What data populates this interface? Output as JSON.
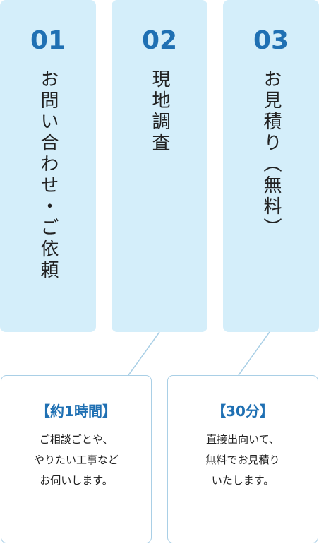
{
  "colors": {
    "card_background": "#d4eefa",
    "accent_blue": "#1f70b3",
    "box_border": "#a9cfe6",
    "text": "#222222"
  },
  "steps": [
    {
      "number": "01",
      "title": "お問い合わせ・ご依頼"
    },
    {
      "number": "02",
      "title": "現地調査"
    },
    {
      "number": "03",
      "title": "お見積り（無料）"
    }
  ],
  "details": [
    {
      "heading": "【約1時間】",
      "body": "ご相談ごとや、\nやりたい工事など\nお伺いします。"
    },
    {
      "heading": "【30分】",
      "body": "直接出向いて、\n無料でお見積り\nいたします。"
    }
  ]
}
